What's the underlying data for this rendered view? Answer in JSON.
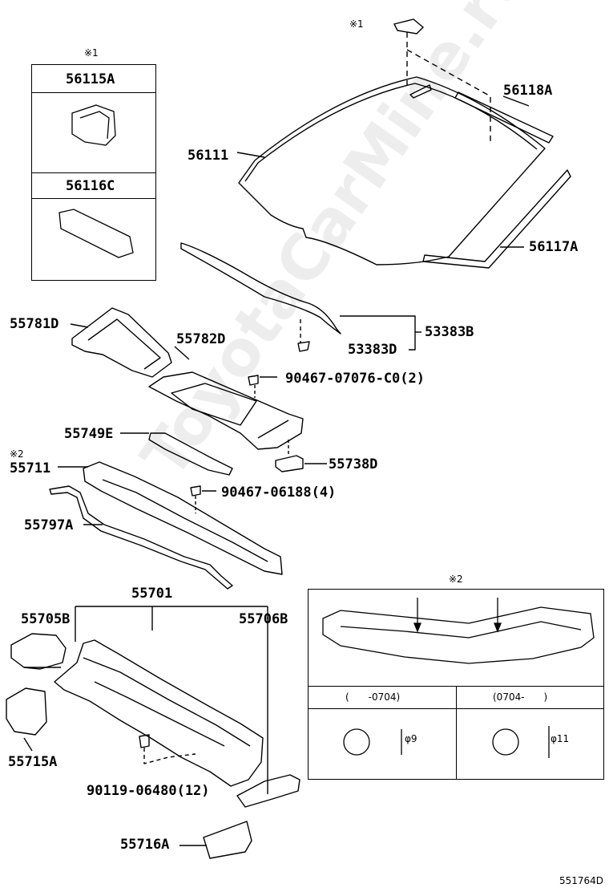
{
  "labels": {
    "p56111": "56111",
    "p56118A": "56118A",
    "p56117A": "56117A",
    "p53383B": "53383B",
    "p53383D": "53383D",
    "p55781D": "55781D",
    "p55782D": "55782D",
    "p90467_07076": "90467-07076-C0(2)",
    "p55749E": "55749E",
    "p55711": "55711",
    "p55738D": "55738D",
    "p90467_06188": "90467-06188(4)",
    "p55797A": "55797A",
    "p55701": "55701",
    "p55705B": "55705B",
    "p55706B": "55706B",
    "p55715A": "55715A",
    "p90119_06480": "90119-06480(12)",
    "p55716A": "55716A"
  },
  "box1": {
    "header": "※1",
    "item_a": "56115A",
    "item_b": "56116C"
  },
  "box2": {
    "header": "※2",
    "col_left": "(　　-0704)",
    "col_right": "(0704-　　)",
    "dia_left": "φ9",
    "dia_right": "φ11"
  },
  "markers": {
    "ref1_top": "※1",
    "ref2_left": "※2"
  },
  "diagram_id": "551764D",
  "watermark": "ToyotaCarMine.ru"
}
